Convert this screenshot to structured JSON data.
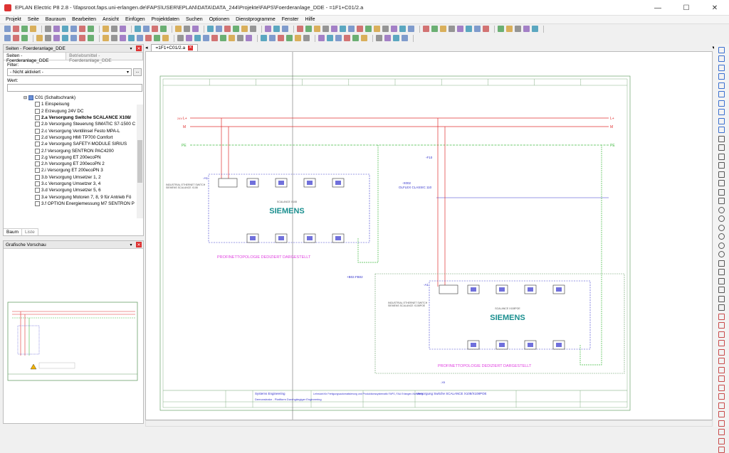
{
  "window": {
    "title": "EPLAN Electric P8 2.8 - \\\\fapsroot.faps.uni-erlangen.de\\FAPS\\USER\\EPLAN\\DATA\\DATA_244\\Projekte\\FAPS\\Foerderanlage_DDE - =1F1+C01/2.a",
    "minimize": "—",
    "maximize": "☐",
    "close": "✕"
  },
  "menu": [
    "Projekt",
    "Seite",
    "Bauraum",
    "Bearbeiten",
    "Ansicht",
    "Einfügen",
    "Projektdaten",
    "Suchen",
    "Optionen",
    "Dienstprogramme",
    "Fenster",
    "Hilfe"
  ],
  "pages_panel": {
    "header": "Seiten - Foerderanlage_DDE",
    "tabs": [
      "Seiten - Foerderanlage_DDE",
      "Betriebsmittel - Foerderanlage_DDE"
    ],
    "filter_label": "Filter:",
    "filter_value": "- Nicht aktiviert -",
    "filter_button": "...",
    "value_label": "Wert:",
    "value_value": "",
    "tree_root": "C01 (Schaltschrank)",
    "tree_items": [
      "1 Einspeisung",
      "2 Erzeugung 24V DC",
      "2.a Versorgung Switche SCALANCE X108/",
      "2.b Versorgung Steuerung SIMATIC S7-1500 C",
      "2.c Versorgung Ventilinsel Festo MPA-L",
      "2.d Versorgung HMI TP700 Comfort",
      "2.e Versorgung SAFETY-MODULE SIRIUS",
      "2.f Versorgung SENTRON PAC4200",
      "2.g Versorgung ET 200ecoPN",
      "2.h Versorgung ET 200ecoPN 2",
      "2.i Versorgung ET 200ecoPN 3",
      "3.b Versorgung Umsetzer 1, 2",
      "3.c Versorgung Umsetzer 3, 4",
      "3.d Versorgung Umsetzer 5, 6",
      "3.e Versorgung Motoren 7, 8, 9 für Antrieb Fö",
      "3.f OPTION Energiemessung M7 SENTRON P"
    ],
    "bottom_tabs": [
      "Baum",
      "Liste"
    ]
  },
  "preview_panel": {
    "header": "Grafische Vorschau"
  },
  "doc_tab": {
    "label": "=1F1+C01/2.a"
  },
  "schematic": {
    "rails": [
      {
        "name": "L+",
        "color": "#e03030"
      },
      {
        "name": "M",
        "color": "#e03030"
      },
      {
        "name": "PE",
        "color": "#44bb44"
      }
    ],
    "devices": [
      {
        "tag": "-A1",
        "brand": "SIEMENS",
        "model": "SCALANCE X108"
      },
      {
        "tag": "-A1",
        "brand": "SIEMENS",
        "model": "SCALANCE X108POE"
      }
    ],
    "location_tag": "+B02.FB02",
    "annotation": "PROFINETTOPOLOGIE DEDIZIERT DARGESTELLT",
    "breaker": "-F10",
    "title_block": {
      "engineer": "Systems Engineering",
      "project": "Demonstrator - Plattform Durchgängiger Engineering",
      "chair": "Lehrstuhl für Fertigungsautomatisierung und Produktionssystematik FAPS, FAU Erlangen-Nürnberg",
      "page_title": "Versorgung Switche SCALANCE X108/X108POE"
    },
    "colors": {
      "wire": "#e03030",
      "pe": "#44bb44",
      "frame": "#6aa06a",
      "device": "#3333cc",
      "brand": "#1a8f8f",
      "annotation": "#e040e0"
    }
  }
}
